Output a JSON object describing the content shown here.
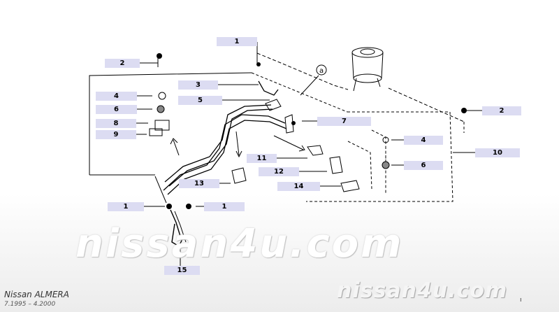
{
  "labels": [
    {
      "text": "1"
    },
    {
      "text": "2"
    },
    {
      "text": "3"
    },
    {
      "text": "4"
    },
    {
      "text": "5"
    },
    {
      "text": "6"
    },
    {
      "text": "7"
    },
    {
      "text": "8"
    },
    {
      "text": "9"
    },
    {
      "text": "2"
    },
    {
      "text": "4"
    },
    {
      "text": "10"
    },
    {
      "text": "11"
    },
    {
      "text": "6"
    },
    {
      "text": "12"
    },
    {
      "text": "13"
    },
    {
      "text": "14"
    },
    {
      "text": "1"
    },
    {
      "text": "1"
    },
    {
      "text": "15"
    }
  ],
  "callout": "a",
  "watermark": "nissan4u.com",
  "watermark_small": "nissan4u.com",
  "model": "Nissan  ALMERA",
  "years": "7.1995  –  4.2000",
  "mark": "ı"
}
